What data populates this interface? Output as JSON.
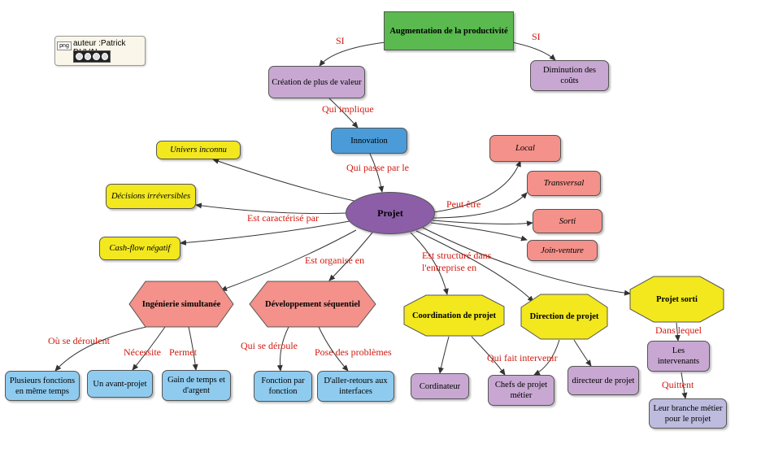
{
  "author": {
    "badge": "png",
    "text": "auteur :Patrick DUVAL",
    "license_icon": "cc-by-nc-sa-icon"
  },
  "colors": {
    "green": "#5aba4f",
    "purple": "#c8a8d2",
    "blue": "#4a9bd8",
    "yellow": "#f2e81d",
    "salmon": "#f4918a",
    "lightblue": "#8fcbef",
    "lavender": "#bdbcdf",
    "center": "#8c5ea8",
    "edge_label": "#d11a0f"
  },
  "nodes": {
    "augmentation": "Augmentation de la productivité",
    "creation": "Création de plus de valeur",
    "diminution": "Diminution des coûts",
    "innovation": "Innovation",
    "projet": "Projet",
    "univers": "Univers inconnu",
    "decisions": "Décisions irréversibles",
    "cashflow": "Cash-flow négatif",
    "local": "Local",
    "transversal": "Transversal",
    "sorti": "Sorti",
    "joint": "Join-venture",
    "ingenierie": "Ingénierie simultanée",
    "developpement": "Développement séquentiel",
    "coordination": "Coordination de projet",
    "direction": "Direction de projet",
    "projet_sorti": "Projet sorti",
    "plusieurs": "Plusieurs fonctions en même temps",
    "avant_projet": "Un avant-projet",
    "gain": "Gain de temps et d'argent",
    "fonction": "Fonction par fonction",
    "allers": "D'aller-retours aux interfaces",
    "cordinateur": "Cordinateur",
    "chefs": "Chefs de projet métier",
    "directeur": "directeur de projet",
    "intervenants": "Les intervenants",
    "branche": "Leur branche métier pour le projet"
  },
  "edge_labels": {
    "si_left": "SI",
    "si_right": "SI",
    "qui_implique": "Qui implique",
    "qui_passe": "Qui passe par le",
    "peut_etre": "Peut être",
    "caracterise": "Est caractérisé par",
    "organise": "Est organisé en",
    "structure_1": "Est structuré dans",
    "structure_2": "l'entreprise en",
    "ou_se_deroulent": "Où se déroulent",
    "necessite": "Nécessite",
    "permet": "Permet",
    "qui_se_deroule": "Qui se déroule",
    "pose": "Pose des problèmes",
    "qui_fait": "Qui fait intervenir",
    "dans_lequel": "Dans lequel",
    "quittent": "Quittent"
  }
}
